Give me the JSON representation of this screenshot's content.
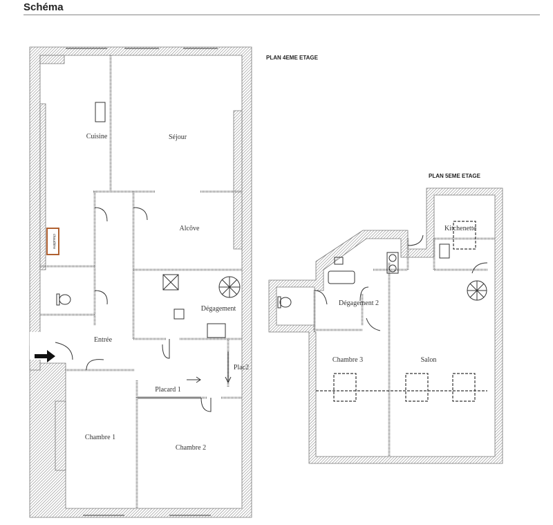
{
  "header": {
    "title": "Schéma"
  },
  "plan_4": {
    "title": "PLAN 4EME ETAGE",
    "rooms": {
      "cuisine": "Cuisine",
      "sejour": "Séjour",
      "alcove": "Alcôve",
      "degagement": "Dégagement",
      "entree": "Entrée",
      "placard1": "Placard 1",
      "placard2": "Plac2",
      "chambre1": "Chambre 1",
      "chambre2": "Chambre 2"
    },
    "boiler_label": "chaudière"
  },
  "plan_5": {
    "title": "PLAN 5EME ETAGE",
    "rooms": {
      "kitchenette": "Kitchenette",
      "degagement2": "Dégagement 2",
      "chambre3": "Chambre 3",
      "salon": "Salon"
    }
  }
}
